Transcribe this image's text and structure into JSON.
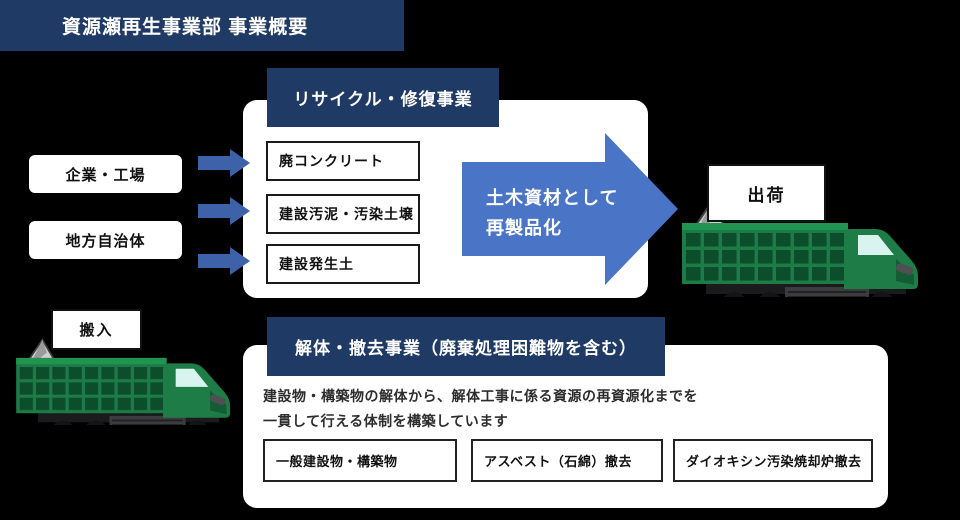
{
  "title": "資源瀬再生事業部 事業概要",
  "recycle": {
    "header": "リサイクル・修復事業",
    "sources": [
      {
        "label": "企業・工場"
      },
      {
        "label": "地方自治体"
      }
    ],
    "materials": [
      {
        "label": "廃コンクリート"
      },
      {
        "label": "建設汚泥・汚染土壌"
      },
      {
        "label": "建設発生土"
      }
    ],
    "arrow": {
      "line1": "土木資材として",
      "line2": "再製品化"
    },
    "ship_label": "出荷"
  },
  "demolition": {
    "header": "解体・撤去事業（廃棄処理困難物を含む）",
    "description": {
      "line1": "建設物・構築物の解体から、解体工事に係る資源の再資源化までを",
      "line2": "一貫して行える体制を構築しています"
    },
    "items": [
      {
        "label": "一般建設物・構築物"
      },
      {
        "label": "アスベスト（石綿）撤去"
      },
      {
        "label": "ダイオキシン汚染焼却炉撤去"
      }
    ],
    "carry_in_label": "搬入"
  },
  "colors": {
    "background": "#000000",
    "header_navy": "#1f3a64",
    "arrow_blue_small": "#3e62aa",
    "arrow_blue_big": "#4a74c6",
    "panel_white": "#ffffff",
    "truck_green_frame": "#1c7b46",
    "truck_green_cell": "#0c4e2b",
    "truck_green_rim": "#21954f",
    "truck_window": "#d9f4ef"
  }
}
